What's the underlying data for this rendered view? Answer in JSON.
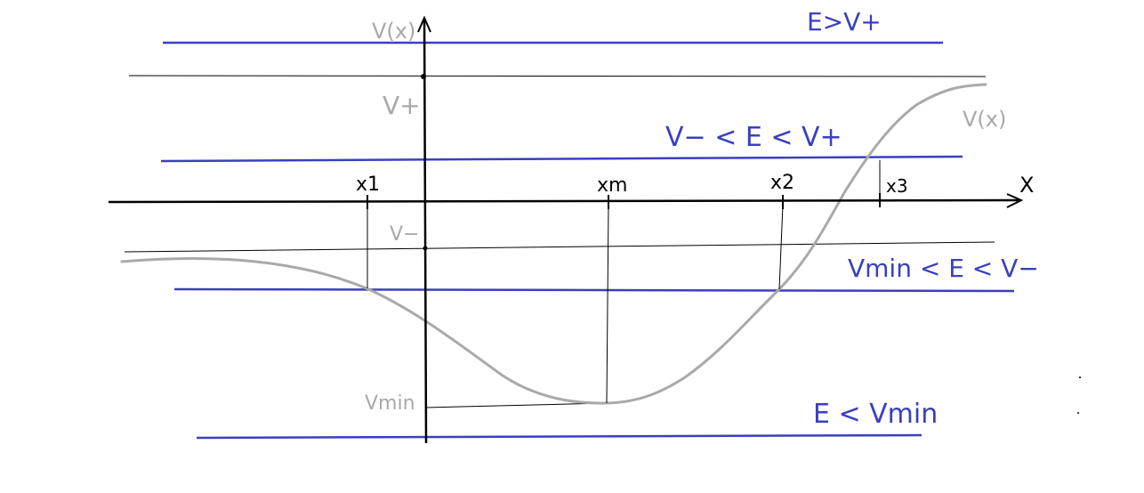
{
  "axes": {
    "y_label": "V(x)",
    "x_label": "X"
  },
  "potential": {
    "curve_label": "V(x)",
    "v_plus_label": "V+",
    "v_minus_label": "V−",
    "v_min_label": "Vmin"
  },
  "turning_points": {
    "x1": "x1",
    "xm": "xm",
    "x2": "x2",
    "x3": "x3"
  },
  "energy_levels": {
    "above": "E>V+",
    "between_upper": "V− < E < V+",
    "between_lower": "Vmin < E < V−",
    "below": "E < Vmin"
  },
  "colors": {
    "energy_line": "#3a3fc0",
    "curve": "#a9a9a9",
    "axis": "#000000"
  }
}
